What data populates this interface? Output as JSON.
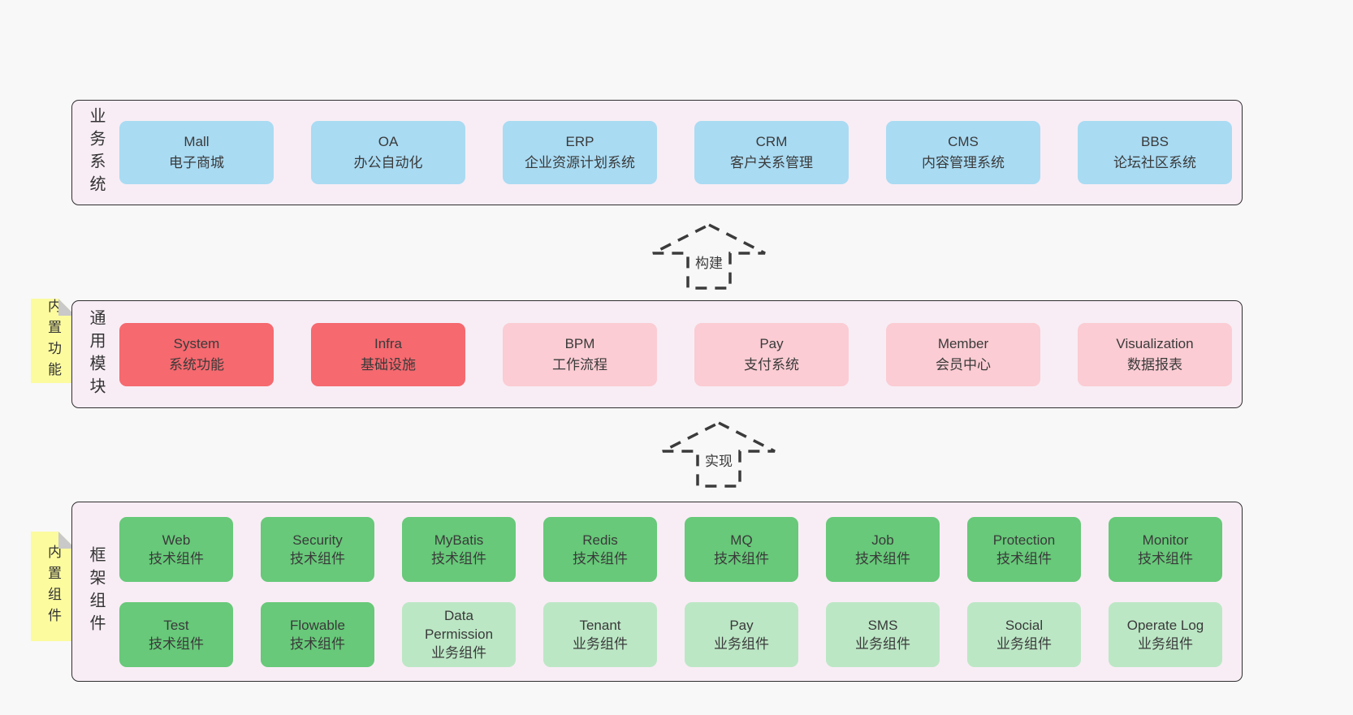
{
  "business": {
    "label": "业务系统",
    "boxes": [
      {
        "title": "Mall",
        "subtitle": "电子商城"
      },
      {
        "title": "OA",
        "subtitle": "办公自动化"
      },
      {
        "title": "ERP",
        "subtitle": "企业资源计划系统"
      },
      {
        "title": "CRM",
        "subtitle": "客户关系管理"
      },
      {
        "title": "CMS",
        "subtitle": "内容管理系统"
      },
      {
        "title": "BBS",
        "subtitle": "论坛社区系统"
      }
    ]
  },
  "arrows": [
    {
      "label": "构建"
    },
    {
      "label": "实现"
    }
  ],
  "common": {
    "label": "通用模块",
    "sticky": "内置功能",
    "boxes": [
      {
        "title": "System",
        "subtitle": "系统功能",
        "variant": "red"
      },
      {
        "title": "Infra",
        "subtitle": "基础设施",
        "variant": "red"
      },
      {
        "title": "BPM",
        "subtitle": "工作流程",
        "variant": "pink"
      },
      {
        "title": "Pay",
        "subtitle": "支付系统",
        "variant": "pink"
      },
      {
        "title": "Member",
        "subtitle": "会员中心",
        "variant": "pink"
      },
      {
        "title": "Visualization",
        "subtitle": "数据报表",
        "variant": "pink"
      }
    ]
  },
  "framework": {
    "label": "框架组件",
    "sticky": "内置组件",
    "boxes": [
      {
        "title": "Web",
        "subtitle": "技术组件",
        "variant": "green"
      },
      {
        "title": "Security",
        "subtitle": "技术组件",
        "variant": "green"
      },
      {
        "title": "MyBatis",
        "subtitle": "技术组件",
        "variant": "green"
      },
      {
        "title": "Redis",
        "subtitle": "技术组件",
        "variant": "green"
      },
      {
        "title": "MQ",
        "subtitle": "技术组件",
        "variant": "green"
      },
      {
        "title": "Job",
        "subtitle": "技术组件",
        "variant": "green"
      },
      {
        "title": "Protection",
        "subtitle": "技术组件",
        "variant": "green"
      },
      {
        "title": "Monitor",
        "subtitle": "技术组件",
        "variant": "green"
      },
      {
        "title": "Test",
        "subtitle": "技术组件",
        "variant": "green"
      },
      {
        "title": "Flowable",
        "subtitle": "技术组件",
        "variant": "green"
      },
      {
        "title": "Data Permission",
        "subtitle": "业务组件",
        "variant": "green-light"
      },
      {
        "title": "Tenant",
        "subtitle": "业务组件",
        "variant": "green-light"
      },
      {
        "title": "Pay",
        "subtitle": "业务组件",
        "variant": "green-light"
      },
      {
        "title": "SMS",
        "subtitle": "业务组件",
        "variant": "green-light"
      },
      {
        "title": "Social",
        "subtitle": "业务组件",
        "variant": "green-light"
      },
      {
        "title": "Operate Log",
        "subtitle": "业务组件",
        "variant": "green-light"
      }
    ]
  },
  "colors": {
    "page_bg": "#f8f8f8",
    "panel_bg": "#f8edf5",
    "panel_border": "#2f2f2f",
    "blue": "#a9dbf3",
    "red": "#f5696f",
    "pink": "#fbccd3",
    "green": "#67c979",
    "green_light": "#bce7c5",
    "sticky_yellow": "#fcfb9e",
    "sticky_fold": "#c9c9c9",
    "text": "#3a3a3a"
  }
}
